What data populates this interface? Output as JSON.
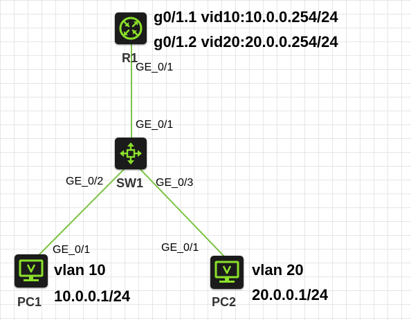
{
  "colors": {
    "link": "#7cc444",
    "device_bg": "#1b1b1b",
    "icon": "#8be02a",
    "grid": "#e6e6e6"
  },
  "devices": {
    "router": {
      "name": "R1",
      "icon": "router-icon",
      "notes": [
        "g0/1.1 vid10:10.0.0.254/24",
        "g0/1.2 vid20:20.0.0.254/24"
      ]
    },
    "switch": {
      "name": "SW1",
      "icon": "switch-icon"
    },
    "pc1": {
      "name": "PC1",
      "icon": "pc-icon",
      "notes": [
        "vlan 10",
        "10.0.0.1/24"
      ]
    },
    "pc2": {
      "name": "PC2",
      "icon": "pc-icon",
      "notes": [
        "vlan 20",
        "20.0.0.1/24"
      ]
    }
  },
  "links": [
    {
      "from": "R1",
      "from_port": "GE_0/1",
      "to": "SW1",
      "to_port": "GE_0/1"
    },
    {
      "from": "SW1",
      "from_port": "GE_0/2",
      "to": "PC1",
      "to_port": "GE_0/1"
    },
    {
      "from": "SW1",
      "from_port": "GE_0/3",
      "to": "PC2",
      "to_port": "GE_0/1"
    }
  ]
}
